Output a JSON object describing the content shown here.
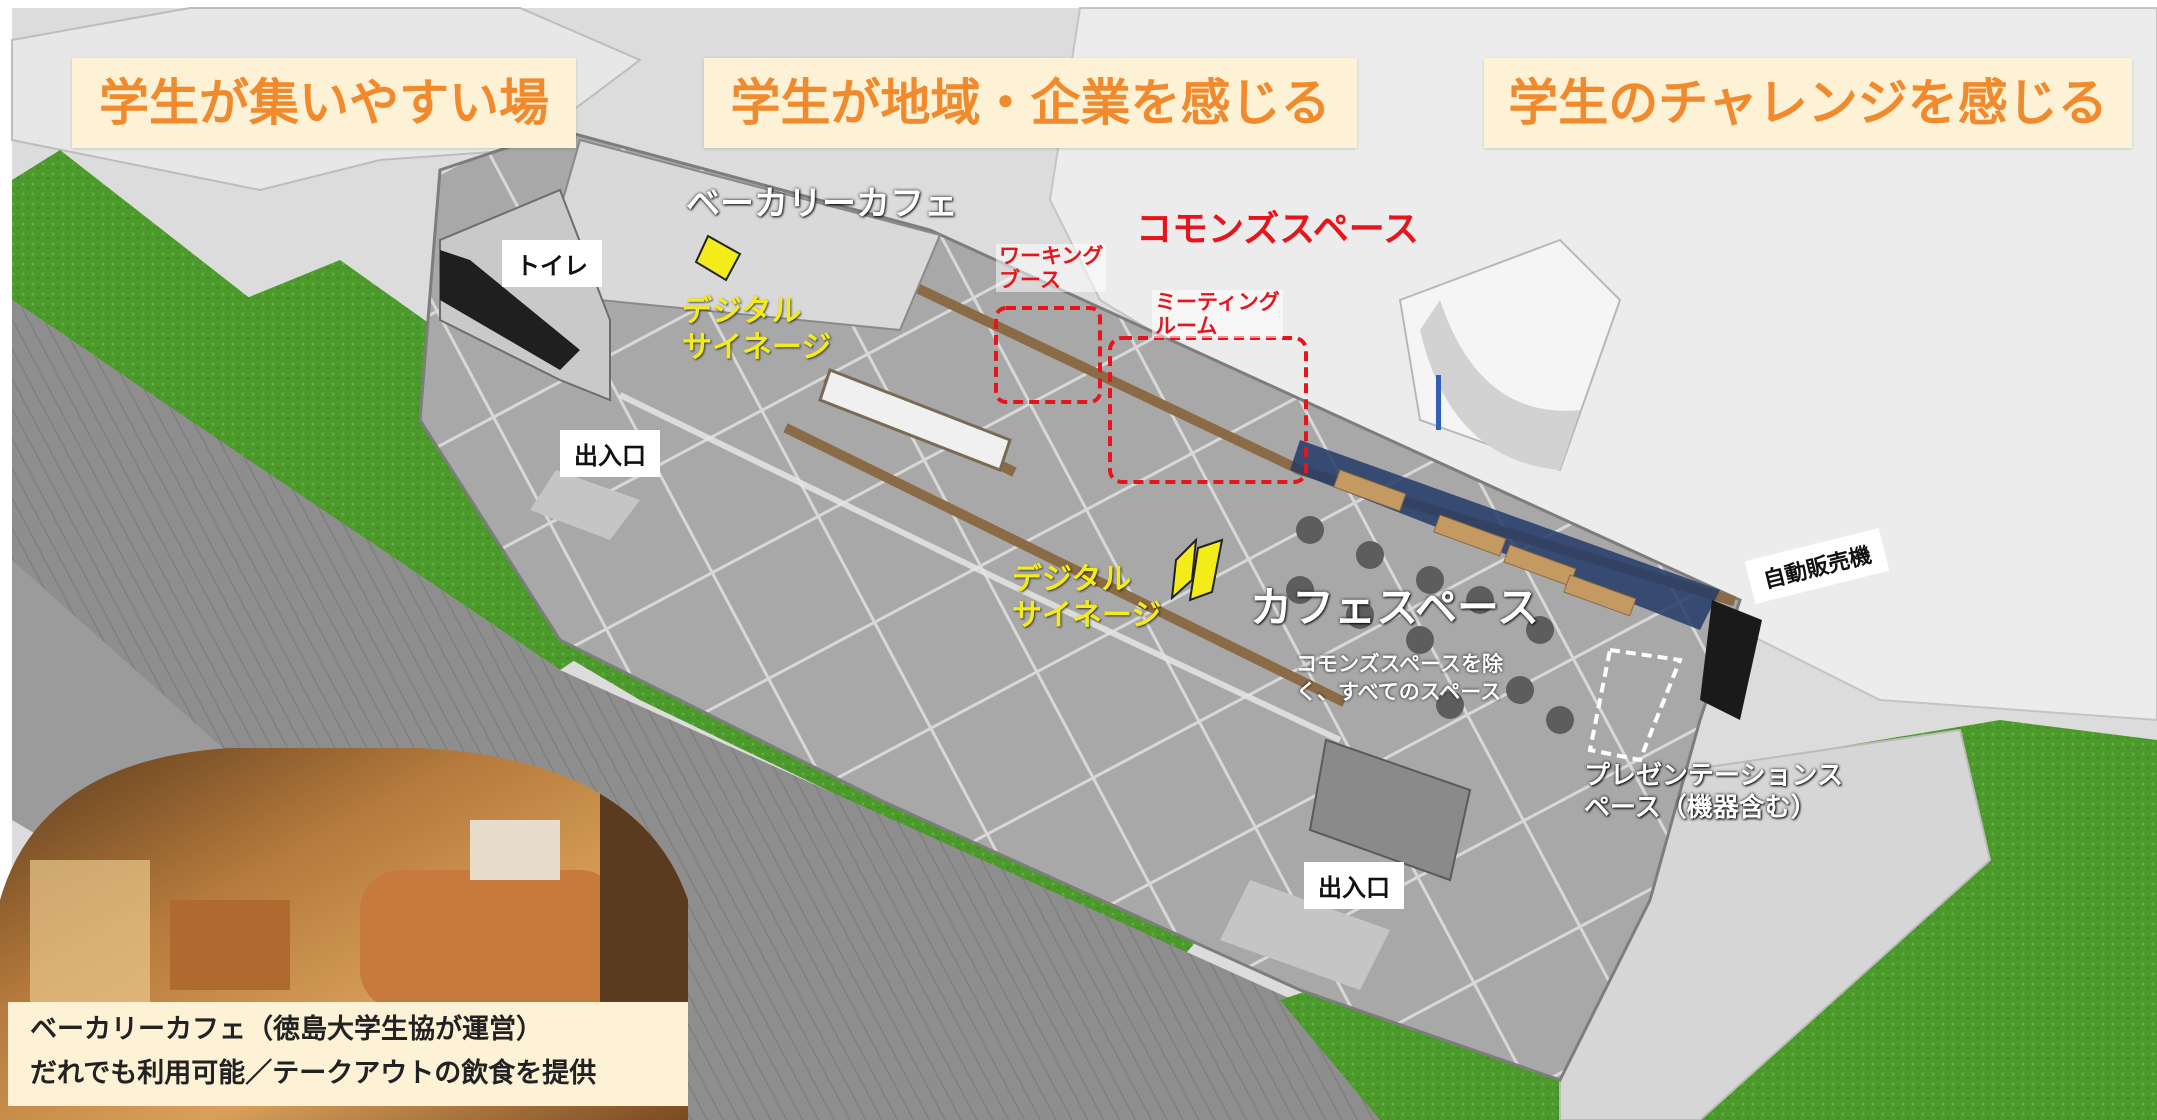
{
  "banners": {
    "b1": "学生が集いやすい場",
    "b2": "学生が地域・企業を感じる",
    "b3": "学生のチャレンジを感じる"
  },
  "labels": {
    "bakery_cafe": "ベーカリーカフェ",
    "toilet": "トイレ",
    "commons_space": "コモンズスペース",
    "working_booth": "ワーキング\nブース",
    "meeting_room": "ミーティング\nルーム",
    "digital_signage_1": "デジタル\nサイネージ",
    "digital_signage_2": "デジタル\nサイネージ",
    "entrance_1": "出入口",
    "entrance_2": "出入口",
    "cafe_space": "カフェスペース",
    "cafe_space_note": "コモンズスペースを除\nく、すべてのスペース",
    "vending_machine": "自動販売機",
    "presentation_space": "プレゼンテーションス\nペース（機器含む）"
  },
  "caption": {
    "line1": "ベーカリーカフェ（徳島大学生協が運営）",
    "line2": "だれでも利用可能／テークアウトの飲食を提供"
  },
  "colors": {
    "banner_bg": "#fdf1d6",
    "banner_text": "#f08a2c",
    "commons_red": "#e8141b",
    "signage_yellow": "#f4ec1a",
    "lawn_green": "#4d9a2a",
    "road_gray": "#8f8f8f",
    "floor_gray": "#a3a3a3",
    "building_white": "#e9e9e9"
  }
}
